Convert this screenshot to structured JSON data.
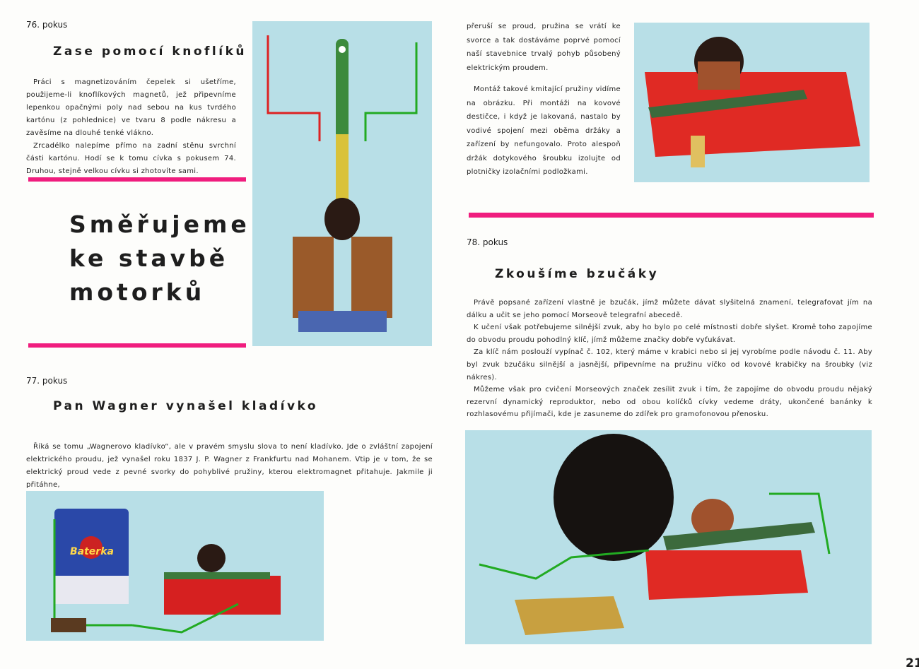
{
  "experiment76": {
    "number": "76. pokus",
    "title": "Zase pomocí knoflíků",
    "paragraphs": [
      "Práci s magnetizováním čepelek si ušetříme, použijeme-li knoflíkových magnetů, jež připevníme lepenkou opačnými poly nad sebou na kus tvrdého kartónu (z pohlednice) ve tvaru 8 podle nákresu a zavěsíme na dlouhé tenké vlákno.",
      "Zrcadélko nalepíme přímo na zadní stěnu svrchní části kartónu. Hodí se k tomu cívka s pokusem 74. Druhou, stejně velkou cívku si zhotovíte sami."
    ]
  },
  "section_title": {
    "line1": "Směřujeme",
    "line2": "ke stavbě",
    "line3": "motorků"
  },
  "experiment77": {
    "number": "77. pokus",
    "title": "Pan Wagner vynašel kladívko",
    "paragraph": "Říká se tomu „Wagnerovo kladívko“, ale v pravém smyslu slova to není kladívko. Jde o zvláštní zapojení elektrického proudu, jež vynašel roku 1837 J. P. Wagner z Frankfurtu nad Mohanem. Vtip je v tom, že se elektrický proud vede z pevné svorky do pohyblivé pružiny, kterou elektromagnet přitahuje. Jakmile ji přitáhne,",
    "continuation": [
      "přeruší se proud, pružina se vrátí ke svorce a tak dostáváme poprvé pomocí naší stavebnice trvalý pohyb působený elektrickým proudem.",
      "Montáž takové kmitající pružiny vidíme na obrázku. Při montáži na kovové destičce, i když je lakovaná, nastalo by vodivé spojení mezi oběma držáky a zařízení by nefungovalo. Proto alespoň držák dotykového šroubku izolujte od plotničky izolačními podložkami."
    ]
  },
  "experiment78": {
    "number": "78. pokus",
    "title": "Zkoušíme bzučáky",
    "paragraphs": [
      "Právě popsané zařízení vlastně je bzučák, jímž můžete dávat slyšitelná znamení, telegrafovat jím na dálku a učit se jeho pomocí Morseově telegrafní abecedě.",
      "K učení však potřebujeme silnější zvuk, aby ho bylo po celé místnosti dobře slyšet. Kromě toho zapojíme do obvodu proudu pohodlný klíč, jímž můžeme značky dobře vyťukávat.",
      "Za klíč nám poslouží vypínač č. 102, který máme v krabici nebo si jej vyrobíme podle návodu č. 11. Aby byl zvuk bzučáku silnější a jasnější, připevníme na pružinu víčko od kovové krabičky na šroubky (viz nákres).",
      "Můžeme však pro cvičení Morseových značek zesílit zvuk i tím, že zapojíme do obvodu proudu nějaký rezervní dynamický reproduktor, nebo od obou kolíčků cívky vedeme dráty, ukončené banánky k rozhlasovému přijímači, kde je zasuneme do zdířek pro gramofonovou přenosku."
    ]
  },
  "battery_label": "Baterka",
  "page_number": "21",
  "colors": {
    "accent_bar": "#f01d7e",
    "photo_bg": "#b8dfe7"
  }
}
